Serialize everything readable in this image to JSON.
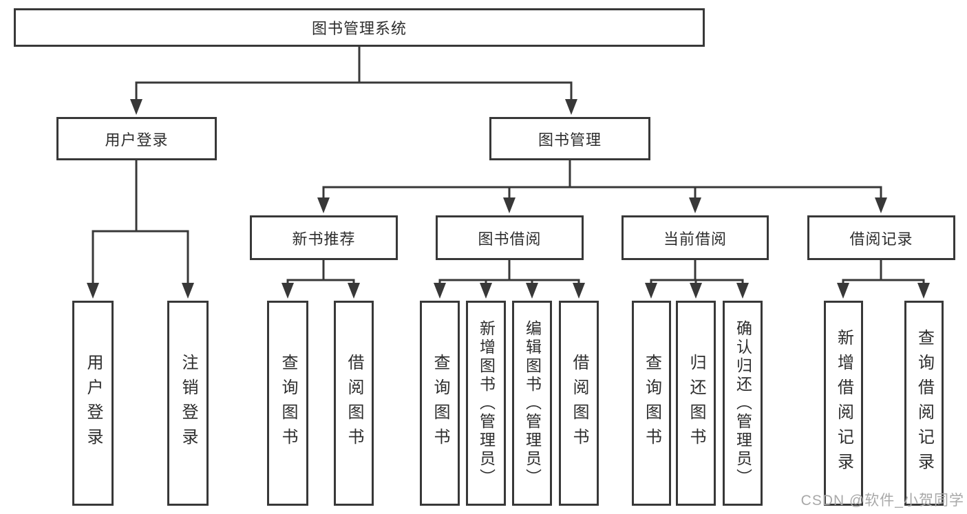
{
  "diagram_title": "图书管理系统",
  "tree": {
    "root": {
      "label": "图书管理系统"
    },
    "branches": [
      {
        "label": "用户登录",
        "children": [
          "用户登录",
          "注销登录"
        ]
      },
      {
        "label": "图书管理",
        "sections": [
          {
            "label": "新书推荐",
            "children": [
              "查询图书",
              "借阅图书"
            ]
          },
          {
            "label": "图书借阅",
            "children": [
              "查询图书",
              "新增图书（管理员）",
              "编辑图书（管理员）",
              "借阅图书"
            ]
          },
          {
            "label": "当前借阅",
            "children": [
              "查询图书",
              "归还图书",
              "确认归还（管理员）"
            ]
          },
          {
            "label": "借阅记录",
            "children": [
              "新增借阅记录",
              "查询借阅记录"
            ]
          }
        ]
      }
    ]
  },
  "watermark": {
    "text": "CSDN @软件_小贺同学"
  },
  "colors": {
    "line": "#383838",
    "text": "#2d2d2d",
    "watermark": "#a8a8a8",
    "background": "#ffffff"
  }
}
